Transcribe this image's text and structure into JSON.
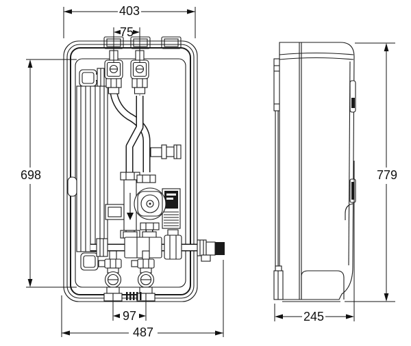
{
  "drawing": {
    "type": "technical-dimension-drawing",
    "colors": {
      "line": "#1a1a1a",
      "background": "#ffffff"
    },
    "front_view": {
      "top_width": "403",
      "top_connection_spacing": "75",
      "frame_height": "698",
      "bottom_connection_spacing": "97",
      "overall_width": "487"
    },
    "side_view": {
      "overall_height": "779",
      "depth": "245"
    }
  }
}
